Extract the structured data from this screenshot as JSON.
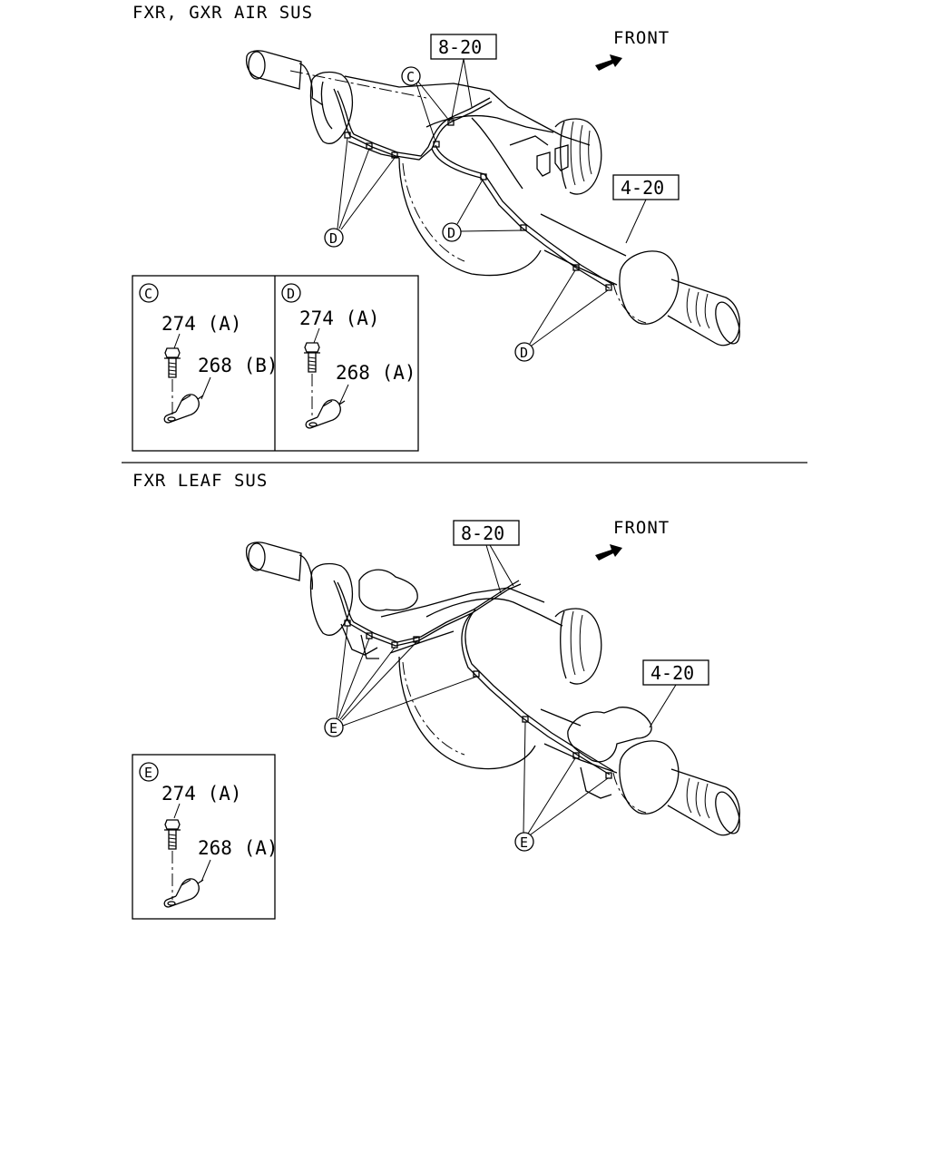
{
  "sections": {
    "top_title": "FXR, GXR AIR SUS",
    "bottom_title": "FXR LEAF SUS"
  },
  "direction": {
    "top": "FRONT",
    "bottom": "FRONT"
  },
  "refs": {
    "top_harness": "8-20",
    "top_axle": "4-20",
    "bottom_harness": "8-20",
    "bottom_axle": "4-20"
  },
  "callouts": {
    "c": "C",
    "d": "D",
    "e": "E"
  },
  "details": {
    "c": {
      "tag": "C",
      "bolt": "274 (A)",
      "clip": "268 (B)"
    },
    "d": {
      "tag": "D",
      "bolt": "274 (A)",
      "clip": "268 (A)"
    },
    "e": {
      "tag": "E",
      "bolt": "274 (A)",
      "clip": "268 (A)"
    }
  }
}
